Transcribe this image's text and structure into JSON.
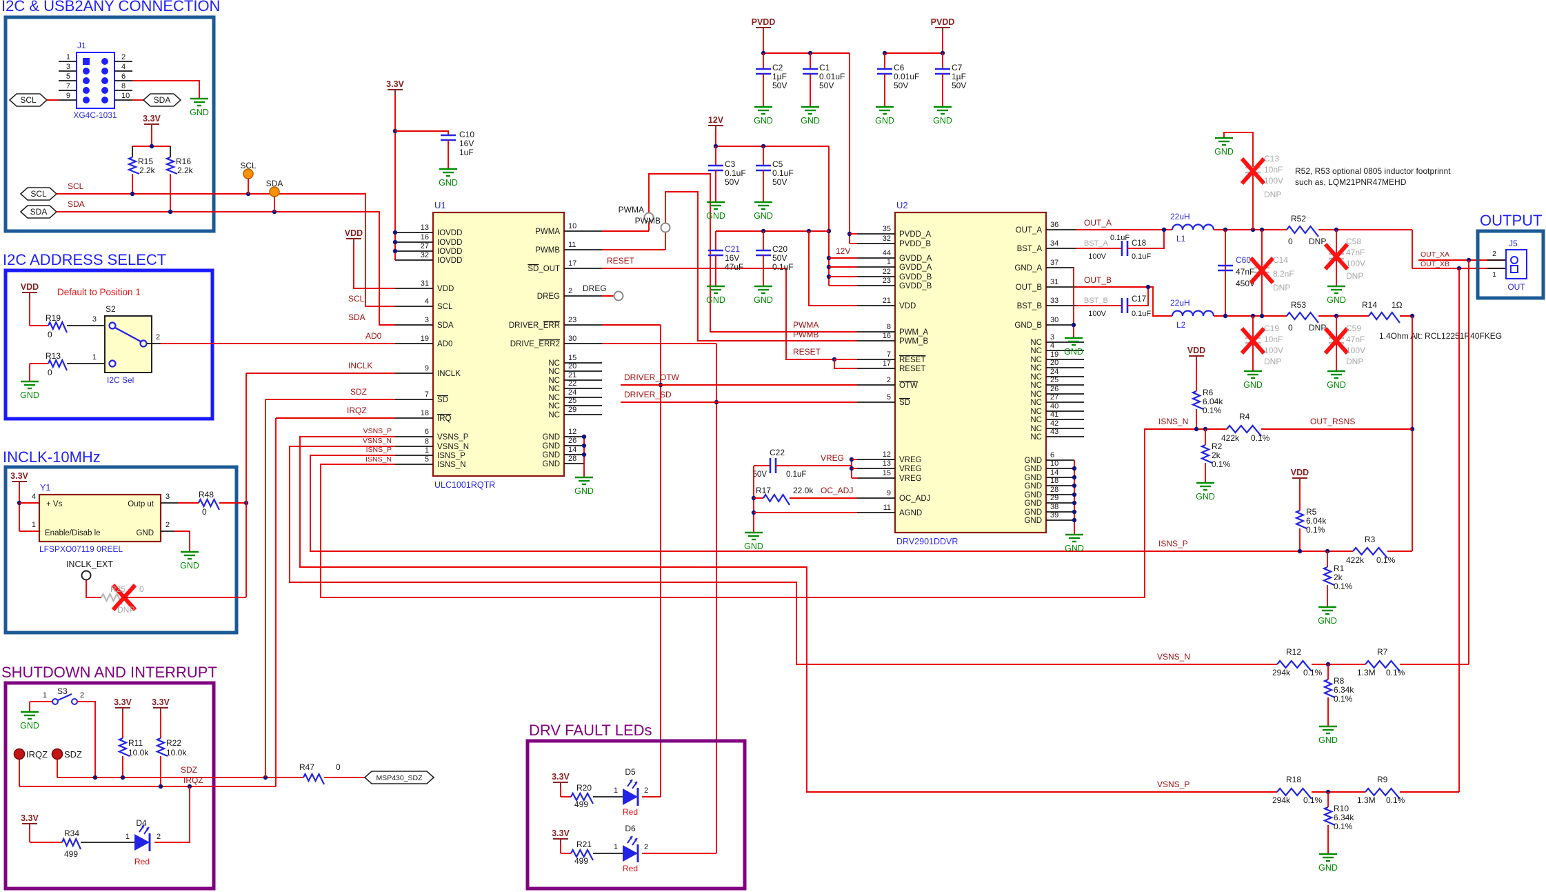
{
  "sections": {
    "i2c_usb2any": {
      "title": "I2C & USB2ANY CONNECTION"
    },
    "i2c_addr": {
      "title": "I2C ADDRESS SELECT",
      "note": "Default to Position 1"
    },
    "inclk": {
      "title": "INCLK-10MHz"
    },
    "shutdown": {
      "title": "SHUTDOWN AND INTERRUPT"
    },
    "drv_leds": {
      "title": "DRV FAULT LEDs"
    },
    "output": {
      "title": "OUTPUT"
    }
  },
  "nets": {
    "scl": "SCL",
    "sda": "SDA",
    "gnd": "GND",
    "v33": "3.3V",
    "vdd": "VDD",
    "pvdd": "PVDD",
    "v12": "12V",
    "ad0": "AD0",
    "inclk": "INCLK",
    "inclk_ext": "INCLK_EXT",
    "sdz": "SDZ",
    "irqz": "IRQZ",
    "msp430_sdz": "MSP430_SDZ",
    "pwma": "PWMA",
    "pwmb": "PWMB",
    "reset": "RESET",
    "dreg": "DREG",
    "driver_otw": "DRIVER_OTW",
    "driver_sd": "DRIVER_SD",
    "vreg": "VREG",
    "oc_adj": "OC_ADJ",
    "out_a": "OUT_A",
    "out_b": "OUT_B",
    "bst_a": "BST_A",
    "bst_b": "BST_B",
    "out_xa": "OUT_XA",
    "out_xb": "OUT_XB",
    "out_rsns": "OUT_RSNS",
    "isns_n": "ISNS_N",
    "isns_p": "ISNS_P",
    "vsns_n": "VSNS_N",
    "vsns_p": "VSNS_P"
  },
  "notes": {
    "ind1": "R52, R53 optional 0805 inductor footprinnt",
    "ind2": "such as, LQM21PNR47MEHD",
    "alt": "1.4Ohm Alt: RCL12251R40FKEG"
  },
  "ics": {
    "u1": {
      "ref": "U1",
      "part": "ULC1001RQTR",
      "left": [
        {
          "n": "13",
          "name": "IOVDD"
        },
        {
          "n": "16",
          "name": "IOVDD"
        },
        {
          "n": "27",
          "name": "IOVDD"
        },
        {
          "n": "32",
          "name": "IOVDD"
        },
        {
          "n": "31",
          "name": "VDD"
        },
        {
          "n": "4",
          "name": "SCL"
        },
        {
          "n": "3",
          "name": "SDA"
        },
        {
          "n": "19",
          "name": "AD0"
        },
        {
          "n": "9",
          "name": "INCLK"
        },
        {
          "n": "7",
          "bar": "SD"
        },
        {
          "n": "18",
          "bar": "IRQ"
        },
        {
          "n": "6",
          "name": "VSNS_P"
        },
        {
          "n": "8",
          "name": "VSNS_N"
        },
        {
          "n": "1",
          "name": "ISNS_P"
        },
        {
          "n": "5",
          "name": "ISNS_N"
        }
      ],
      "right": [
        {
          "n": "10",
          "name": "PWMA"
        },
        {
          "n": "11",
          "name": "PWMB"
        },
        {
          "n": "17",
          "bar": "SD",
          "post": "_OUT"
        },
        {
          "n": "2",
          "name": "DREG"
        },
        {
          "n": "23",
          "pre": "DRIVER_",
          "bar": "ERR"
        },
        {
          "n": "30",
          "pre": "DRIVE_",
          "bar": "ERR2"
        },
        {
          "n": "15",
          "name": "NC"
        },
        {
          "n": "20",
          "name": "NC"
        },
        {
          "n": "21",
          "name": "NC"
        },
        {
          "n": "22",
          "name": "NC"
        },
        {
          "n": "24",
          "name": "NC"
        },
        {
          "n": "25",
          "name": "NC"
        },
        {
          "n": "29",
          "name": "NC"
        },
        {
          "n": "12",
          "name": "GND"
        },
        {
          "n": "26",
          "name": "GND"
        },
        {
          "n": "14",
          "name": "GND"
        },
        {
          "n": "28",
          "name": "GND"
        }
      ]
    },
    "u2": {
      "ref": "U2",
      "part": "DRV2901DDVR",
      "left": [
        {
          "n": "35",
          "name": "PVDD_A"
        },
        {
          "n": "32",
          "name": "PVDD_B"
        },
        {
          "n": "44",
          "name": "GVDD_A"
        },
        {
          "n": "1",
          "name": "GVDD_A"
        },
        {
          "n": "22",
          "name": "GVDD_B"
        },
        {
          "n": "23",
          "name": "GVDD_B"
        },
        {
          "n": "21",
          "name": "VDD"
        },
        {
          "n": "8",
          "name": "PWM_A"
        },
        {
          "n": "16",
          "name": "PWM_B"
        },
        {
          "n": "7",
          "bar": "RESET"
        },
        {
          "n": "17",
          "name": "RESET"
        },
        {
          "n": "2",
          "bar": "OTW"
        },
        {
          "n": "5",
          "bar": "SD"
        },
        {
          "n": "12",
          "name": "VREG"
        },
        {
          "n": "13",
          "name": "VREG"
        },
        {
          "n": "15",
          "name": "VREG"
        },
        {
          "n": "9",
          "name": "OC_ADJ"
        },
        {
          "n": "11",
          "name": "AGND"
        }
      ],
      "right": [
        {
          "n": "36",
          "name": "OUT_A"
        },
        {
          "n": "34",
          "name": "BST_A"
        },
        {
          "n": "37",
          "name": "GND_A"
        },
        {
          "n": "31",
          "name": "OUT_B"
        },
        {
          "n": "33",
          "name": "BST_B"
        },
        {
          "n": "30",
          "name": "GND_B"
        },
        {
          "n": "3",
          "name": "NC"
        },
        {
          "n": "4",
          "name": "NC"
        },
        {
          "n": "19",
          "name": "NC"
        },
        {
          "n": "20",
          "name": "NC"
        },
        {
          "n": "24",
          "name": "NC"
        },
        {
          "n": "25",
          "name": "NC"
        },
        {
          "n": "26",
          "name": "NC"
        },
        {
          "n": "27",
          "name": "NC"
        },
        {
          "n": "40",
          "name": "NC"
        },
        {
          "n": "41",
          "name": "NC"
        },
        {
          "n": "42",
          "name": "NC"
        },
        {
          "n": "43",
          "name": "NC"
        },
        {
          "n": "6",
          "name": "GND"
        },
        {
          "n": "10",
          "name": "GND"
        },
        {
          "n": "14",
          "name": "GND"
        },
        {
          "n": "18",
          "name": "GND"
        },
        {
          "n": "28",
          "name": "GND"
        },
        {
          "n": "29",
          "name": "GND"
        },
        {
          "n": "38",
          "name": "GND"
        },
        {
          "n": "39",
          "name": "GND"
        }
      ]
    }
  },
  "parts": {
    "j1": {
      "ref": "J1",
      "part": "XG4C-1031",
      "lnum": [
        "1",
        "3",
        "5",
        "7",
        "9"
      ],
      "rnum": [
        "2",
        "4",
        "6",
        "8",
        "10"
      ]
    },
    "j5": {
      "ref": "J5",
      "label": "OUT",
      "p1": "1",
      "p2": "2"
    },
    "r15": {
      "ref": "R15",
      "val": "2.2k"
    },
    "r16": {
      "ref": "R16",
      "val": "2.2k"
    },
    "r19": {
      "ref": "R19",
      "val": "0"
    },
    "r13": {
      "ref": "R13",
      "val": "0"
    },
    "s2": {
      "ref": "S2",
      "label": "I2C Sel",
      "p1": "1",
      "p2": "2",
      "p3": "3"
    },
    "s3": {
      "ref": "S3",
      "p1": "1",
      "p2": "2"
    },
    "y1": {
      "ref": "Y1",
      "part": "LFSPXO07119 0REEL",
      "pin_vs": "+ Vs",
      "pin_out": "Outp ut",
      "pin_en": "Enable/Disab le",
      "pin_gnd": "GND",
      "n1": "1",
      "n2": "2",
      "n3": "3",
      "n4": "4"
    },
    "r48": {
      "ref": "R48",
      "val": "0"
    },
    "r25": {
      "ref": "R25",
      "val": "0",
      "dnp": "DNP"
    },
    "r11": {
      "ref": "R11",
      "val": "10.0k"
    },
    "r22": {
      "ref": "R22",
      "val": "10.0k"
    },
    "r34": {
      "ref": "R34",
      "val": "499"
    },
    "d4": {
      "ref": "D4",
      "color": "Red",
      "p1": "1",
      "p2": "2"
    },
    "d5": {
      "ref": "D5",
      "color": "Red",
      "p1": "1",
      "p2": "2"
    },
    "d6": {
      "ref": "D6",
      "color": "Red",
      "p1": "1",
      "p2": "2"
    },
    "r20": {
      "ref": "R20",
      "val": "499"
    },
    "r21": {
      "ref": "R21",
      "val": "499"
    },
    "r47": {
      "ref": "R47",
      "val": "0"
    },
    "c10": {
      "ref": "C10",
      "v": "16V",
      "val": "1uF"
    },
    "c2": {
      "ref": "C2",
      "val": "1µF",
      "v": "50V"
    },
    "c1": {
      "ref": "C1",
      "val": "0.01uF",
      "v": "50V"
    },
    "c6": {
      "ref": "C6",
      "val": "0.01uF",
      "v": "50V"
    },
    "c7": {
      "ref": "C7",
      "val": "1µF",
      "v": "50V"
    },
    "c3": {
      "ref": "C3",
      "val": "0.1uF",
      "v": "50V"
    },
    "c5": {
      "ref": "C5",
      "val": "0.1uF",
      "v": "50V"
    },
    "c21": {
      "ref": "C21",
      "v": "16V",
      "val": "47uF"
    },
    "c20": {
      "ref": "C20",
      "v": "50V",
      "val": "0.1uF"
    },
    "c22": {
      "ref": "C22",
      "v": "50V",
      "val": "0.1uF"
    },
    "r17": {
      "ref": "R17",
      "val": "22.0k"
    },
    "c18": {
      "ref": "C18",
      "val": "0.1uF",
      "v": "100V",
      "val2": "0.1uF"
    },
    "c17": {
      "ref": "C17",
      "val": "0.1uF",
      "v": "100V"
    },
    "l1": {
      "ref": "L1",
      "val": "22uH"
    },
    "l2": {
      "ref": "L2",
      "val": "22uH"
    },
    "c13": {
      "ref": "C13",
      "val": "10nF",
      "v": "100V",
      "dnp": "DNP"
    },
    "c19": {
      "ref": "C19",
      "val": "10nF",
      "v": "100V",
      "dnp": "DNP"
    },
    "c58": {
      "ref": "C58",
      "val": "47nF",
      "v": "100V",
      "dnp": "DNP"
    },
    "c59": {
      "ref": "C59",
      "val": "47nF",
      "v": "100V",
      "dnp": "DNP"
    },
    "c60": {
      "ref": "C60",
      "val": "47nF",
      "v": "450V"
    },
    "c14": {
      "ref": "C14",
      "val": "8.2nF",
      "dnp": "DNP"
    },
    "r52": {
      "ref": "R52",
      "val": "0",
      "dnp": "DNP"
    },
    "r53": {
      "ref": "R53",
      "val": "0",
      "dnp": "DNP"
    },
    "r14": {
      "ref": "R14",
      "val": "1Ω"
    },
    "r6": {
      "ref": "R6",
      "val": "6.04k",
      "tol": "0.1%"
    },
    "r4": {
      "ref": "R4",
      "val": "422k",
      "tol": "0.1%"
    },
    "r2": {
      "ref": "R2",
      "val": "2k",
      "tol": "0.1%"
    },
    "r5": {
      "ref": "R5",
      "val": "6.04k",
      "tol": "0.1%"
    },
    "r3": {
      "ref": "R3",
      "val": "422k",
      "tol": "0.1%"
    },
    "r1": {
      "ref": "R1",
      "val": "2k",
      "tol": "0.1%"
    },
    "r12": {
      "ref": "R12",
      "val": "294k",
      "tol": "0.1%"
    },
    "r7": {
      "ref": "R7",
      "val": "1.3M",
      "tol": "0.1%"
    },
    "r8": {
      "ref": "R8",
      "val": "6.34k",
      "tol": "0.1%"
    },
    "r18": {
      "ref": "R18",
      "val": "294k",
      "tol": "0.1%"
    },
    "r9": {
      "ref": "R9",
      "val": "1.3M",
      "tol": "0.1%"
    },
    "r10": {
      "ref": "R10",
      "val": "6.34k",
      "tol": "0.1%"
    }
  },
  "colors": {
    "wire": "#e60000",
    "glyph": "#2323e6",
    "junction": "#13137e",
    "netlabel": "#a01212",
    "power": "#8c1f1f",
    "ground": "#008c00",
    "gray": "#a9a9a9",
    "xmark": "#ff1212",
    "title_blue": "#2020ff",
    "steel": "#1b5a96",
    "purple": "#800080",
    "ic_fill": "#fffdc8",
    "ic_border": "#8c1713",
    "orange": "#ff9000",
    "tp_red": "#c01616"
  }
}
